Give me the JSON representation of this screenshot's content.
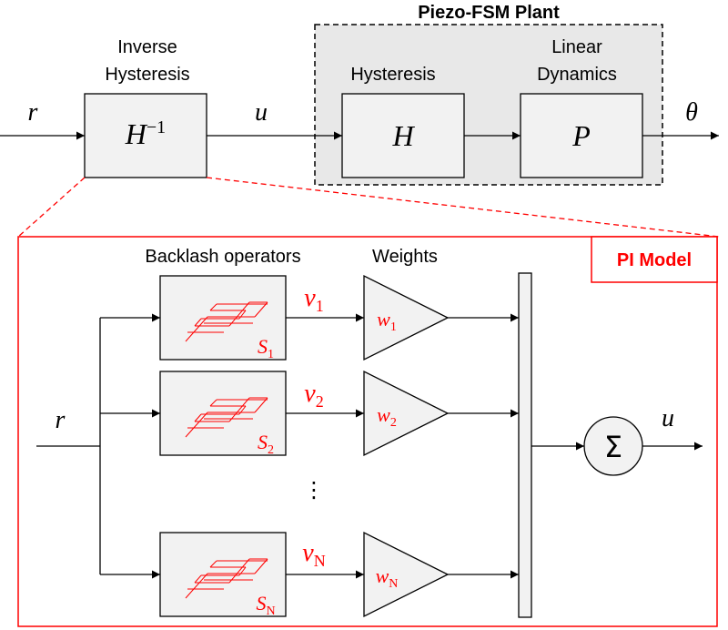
{
  "top": {
    "plant_title": "Piezo-FSM Plant",
    "inverse_label_line1": "Inverse",
    "inverse_label_line2": "Hysteresis",
    "inverse_block": "H",
    "inverse_exp": "−1",
    "hysteresis_label": "Hysteresis",
    "hysteresis_block": "H",
    "linear_label_line1": "Linear",
    "linear_label_line2": "Dynamics",
    "linear_block": "P",
    "input_signal": "r",
    "mid_signal": "u",
    "output_signal": "θ"
  },
  "pi_model": {
    "title": "PI Model",
    "backlash_header": "Backlash operators",
    "weights_header": "Weights",
    "input_signal": "r",
    "output_signal": "u",
    "sum_symbol": "Σ",
    "ellipsis": "⋮",
    "rows": [
      {
        "operator": "S",
        "operator_sub": "1",
        "signal": "v",
        "signal_sub": "1",
        "weight": "w",
        "weight_sub": "1"
      },
      {
        "operator": "S",
        "operator_sub": "2",
        "signal": "v",
        "signal_sub": "2",
        "weight": "w",
        "weight_sub": "2"
      },
      {
        "operator": "S",
        "operator_sub": "N",
        "signal": "v",
        "signal_sub": "N",
        "weight": "w",
        "weight_sub": "N"
      }
    ]
  },
  "colors": {
    "accent_red": "#ff0000",
    "plant_fill": "#e8e8e8",
    "block_fill": "#f2f2f2"
  }
}
